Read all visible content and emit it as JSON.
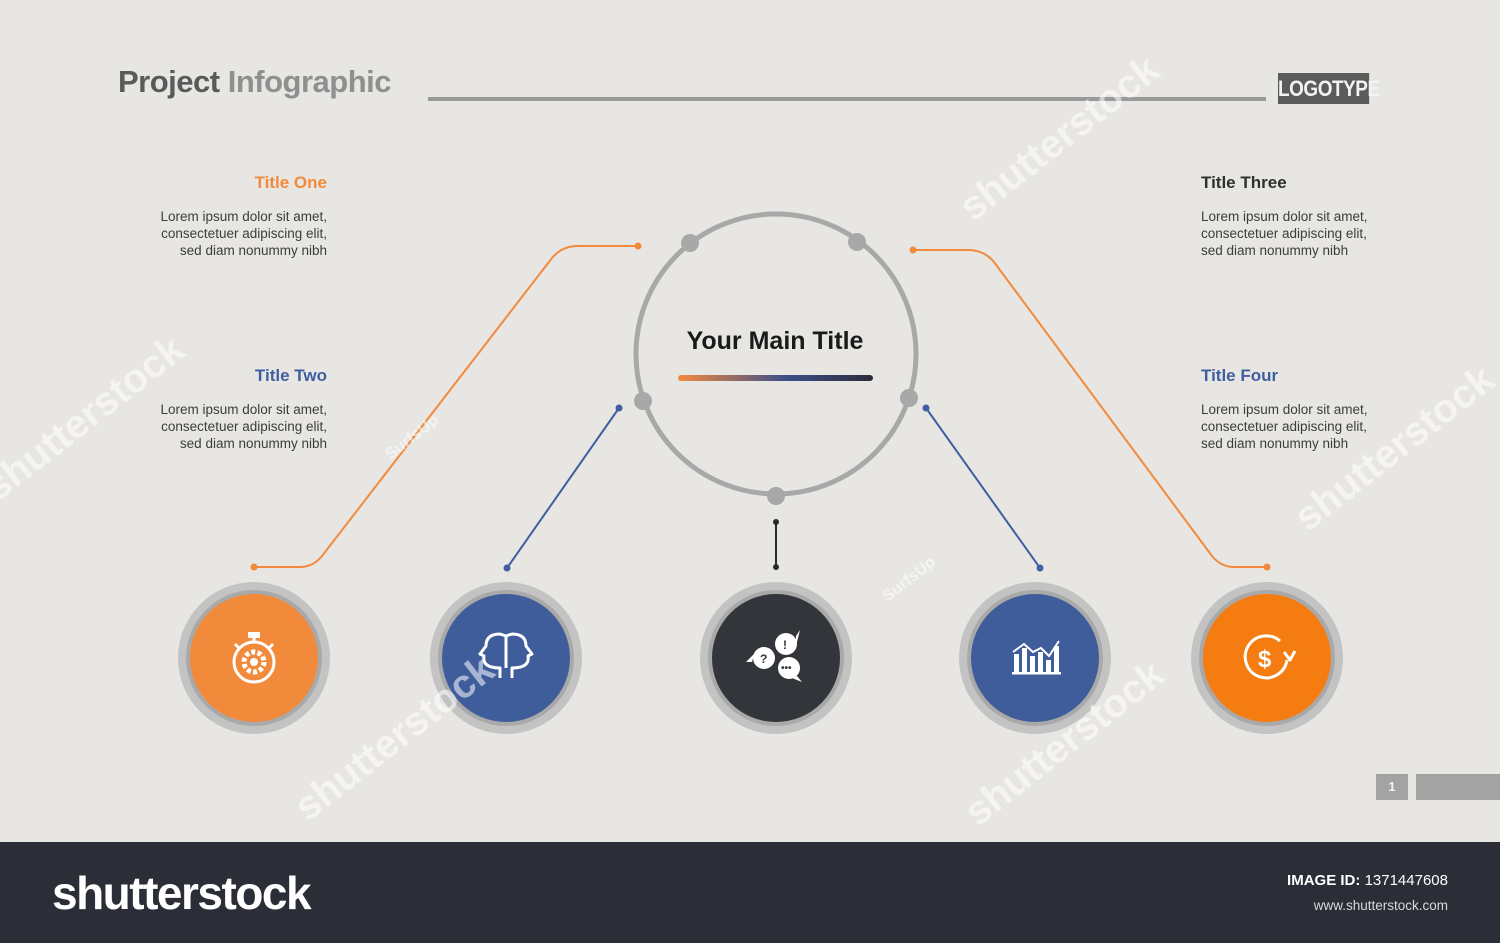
{
  "header": {
    "title_word1": "Project",
    "title_word2": "Infographic",
    "logo": "LOGOTYPE"
  },
  "center": {
    "title": "Your Main Title"
  },
  "sections": [
    {
      "title": "Title One",
      "body": [
        "Lorem ipsum dolor sit amet,",
        "consectetuer adipiscing elit,",
        "sed diam nonummy nibh"
      ],
      "color": "#f28a3c"
    },
    {
      "title": "Title Two",
      "body": [
        "Lorem ipsum dolor sit amet,",
        "consectetuer adipiscing elit,",
        "sed diam nonummy nibh"
      ],
      "color": "#3f5fa0"
    },
    {
      "title": "Title Three",
      "body": [
        "Lorem ipsum dolor sit amet,",
        "consectetuer adipiscing elit,",
        "sed diam nonummy nibh"
      ],
      "color": "#2f2f2f"
    },
    {
      "title": "Title Four",
      "body": [
        "Lorem ipsum dolor sit amet,",
        "consectetuer adipiscing elit,",
        "sed diam nonummy nibh"
      ],
      "color": "#3f5fa0"
    }
  ],
  "nodes": [
    {
      "icon": "stopwatch-gear-icon",
      "color": "#f28a3c"
    },
    {
      "icon": "two-heads-icon",
      "color": "#3f5c9b"
    },
    {
      "icon": "speech-bubbles-icon",
      "color": "#323539"
    },
    {
      "icon": "bar-chart-trend-icon",
      "color": "#3f5c9b"
    },
    {
      "icon": "dollar-refresh-icon",
      "color": "#f57c10"
    }
  ],
  "colors": {
    "orange": "#f28a3c",
    "blue": "#3f5fa0",
    "dark": "#323539",
    "gray": "#a8a8a8",
    "background": "#e8e6e3",
    "footer": "#2b2e37"
  },
  "page_number": "1",
  "watermark": {
    "brand": "shutterstock",
    "image_id_label": "IMAGE ID:",
    "image_id": "1371447608",
    "site": "www.shutterstock.com",
    "overlay_text": "shutterstock",
    "overlay_small": "SurfsUp"
  }
}
